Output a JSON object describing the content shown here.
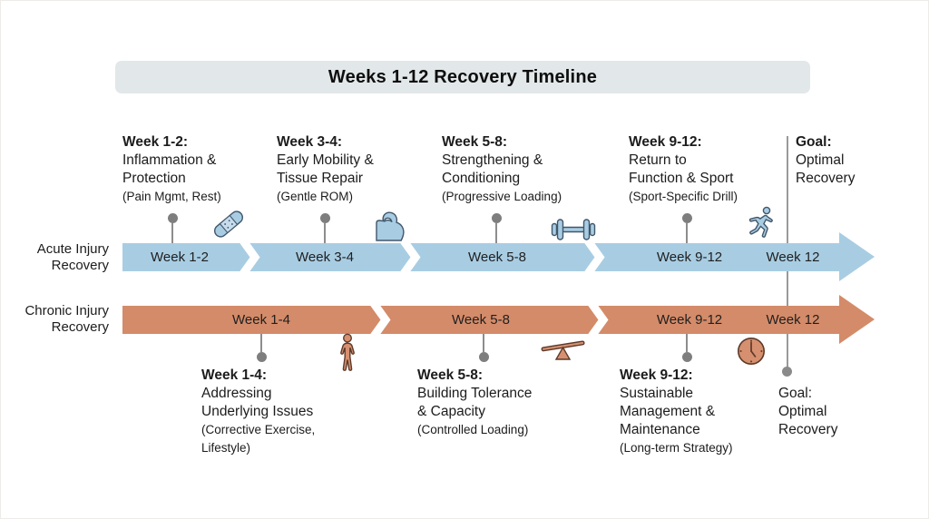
{
  "title": "Weeks 1-12 Recovery Timeline",
  "colors": {
    "acute_bar": "#a8cde3",
    "chronic_bar": "#d48b69",
    "title_bg": "#e2e7e9",
    "icon_blue": "#a8cde3",
    "icon_orange": "#d6906f"
  },
  "rows": {
    "acute": {
      "label1": "Acute Injury",
      "label2": "Recovery",
      "segments": [
        "Week 1-2",
        "Week 3-4",
        "Week 5-8",
        "Week 9-12",
        "Week 12"
      ]
    },
    "chronic": {
      "label1": "Chronic Injury",
      "label2": "Recovery",
      "segments": [
        "Week 1-4",
        "Week 5-8",
        "Week 9-12",
        "Week 12"
      ]
    }
  },
  "top_phases": [
    {
      "heading": "Week 1-2:",
      "line1": "Inflammation &",
      "line2": "Protection",
      "detail": "(Pain Mgmt, Rest)",
      "icon": "bandage-icon"
    },
    {
      "heading": "Week 3-4:",
      "line1": "Early Mobility &",
      "line2": "Tissue Repair",
      "detail": "(Gentle ROM)",
      "icon": "flexed-bicep-icon"
    },
    {
      "heading": "Week 5-8:",
      "line1": "Strengthening &",
      "line2": "Conditioning",
      "detail": "(Progressive Loading)",
      "icon": "dumbbell-icon"
    },
    {
      "heading": "Week 9-12:",
      "line1": "Return to",
      "line2": "Function & Sport",
      "detail": "(Sport-Specific Drill)",
      "icon": "runner-icon"
    }
  ],
  "goal_top": {
    "heading": "Goal:",
    "line1": "Optimal",
    "line2": "Recovery"
  },
  "bottom_phases": [
    {
      "heading": "Week 1-4:",
      "lines": [
        "Addressing",
        "Underlying Issues"
      ],
      "details": [
        "(Corrective Exercise,",
        "Lifestyle)"
      ],
      "icon": "person-icon"
    },
    {
      "heading": "Week 5-8:",
      "lines": [
        "Building Tolerance",
        "& Capacity"
      ],
      "details": [
        "(Controlled Loading)"
      ],
      "icon": "seesaw-balance-icon"
    },
    {
      "heading": "Week 9-12:",
      "lines": [
        "Sustainable",
        "Management &",
        "Maintenance"
      ],
      "details": [
        "(Long-term Strategy)"
      ],
      "icon": "clock-icon"
    }
  ],
  "goal_bottom": {
    "heading": "Goal:",
    "line1": "Optimal",
    "line2": "Recovery"
  }
}
